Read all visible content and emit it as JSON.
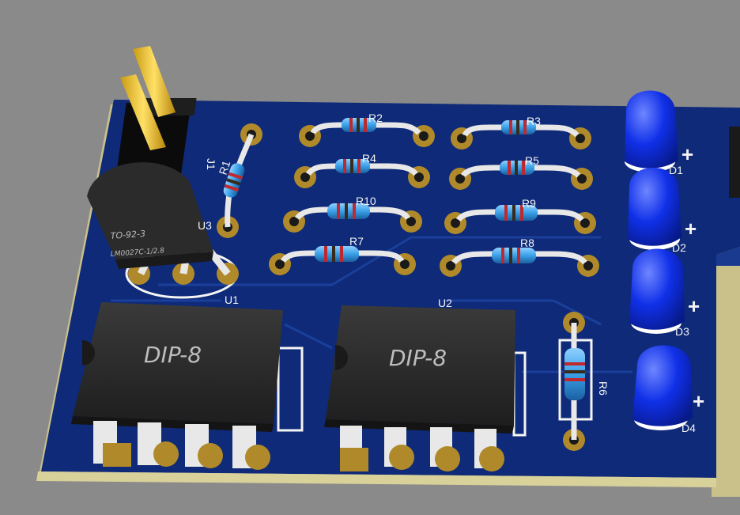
{
  "board": {
    "colors": {
      "background": "#8a8a8a",
      "pcb_top": "#0e2a78",
      "pcb_edge": "#c9c08a",
      "pad": "#b08a2a",
      "led": "#1030e8",
      "chip": "#2b2b2b"
    },
    "labels": {
      "j1": "J1",
      "r1": "R1",
      "r2": "R2",
      "r3": "R3",
      "r4": "R4",
      "r5": "R5",
      "r6": "R6",
      "r7": "R7",
      "r8": "R8",
      "r9": "R9",
      "r10": "R10",
      "u1": "U1",
      "u2": "U2",
      "u3": "U3",
      "d1": "D1",
      "d2": "D2",
      "d3": "D3",
      "d4": "D4",
      "plus": "+"
    },
    "chips": {
      "u1_package": "DIP-8",
      "u2_package": "DIP-8",
      "to92_line1": "TO-92-3",
      "to92_line2": "LM0027C-1/2.8"
    },
    "icons": {
      "pin_header": "pin-header-icon",
      "transistor": "to92-transistor-icon",
      "resistor": "resistor-icon",
      "led": "led-icon",
      "dip": "dip8-chip-icon"
    }
  }
}
